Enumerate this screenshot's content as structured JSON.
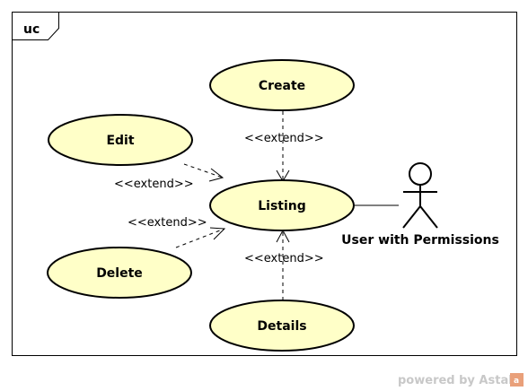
{
  "frame": {
    "label": "uc"
  },
  "use_cases": {
    "create": "Create",
    "edit": "Edit",
    "listing": "Listing",
    "delete": "Delete",
    "details": "Details"
  },
  "stereotypes": {
    "create_listing": "<<extend>>",
    "edit_listing": "<<extend>>",
    "delete_listing": "<<extend>>",
    "details_listing": "<<extend>>"
  },
  "actor": {
    "name": "User with Permissions"
  },
  "footer": {
    "powered_by": "powered by Astah",
    "logo_text": "a"
  },
  "colors": {
    "use_case_fill": "#ffffc8",
    "stroke": "#000000",
    "footer_text": "#c8c8c8",
    "logo": "#e9a07a"
  }
}
